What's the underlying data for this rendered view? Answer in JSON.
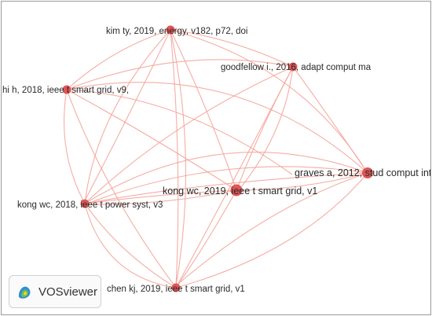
{
  "network": {
    "edge_color": "#f4a49a",
    "node_color": "#e05555",
    "nodes": [
      {
        "id": "kimty",
        "label": "kim ty, 2019, energy, v182, p72, doi"
      },
      {
        "id": "goodfellow",
        "label": "goodfellow i., 2016, adapt comput ma"
      },
      {
        "id": "shih",
        "label": "hi h, 2018, ieee t smart grid, v9,"
      },
      {
        "id": "graves",
        "label": "graves a, 2012, stud comput inte"
      },
      {
        "id": "kongwc2019",
        "label": "kong wc, 2019, ieee t smart grid, v1"
      },
      {
        "id": "kongwc2018",
        "label": "kong wc, 2018, ieee t power syst, v3"
      },
      {
        "id": "chenkj",
        "label": "chen kj, 2019, ieee t smart grid, v1"
      }
    ]
  },
  "badge": {
    "label": "VOSviewer",
    "icon": "vosviewer-logo-icon"
  }
}
